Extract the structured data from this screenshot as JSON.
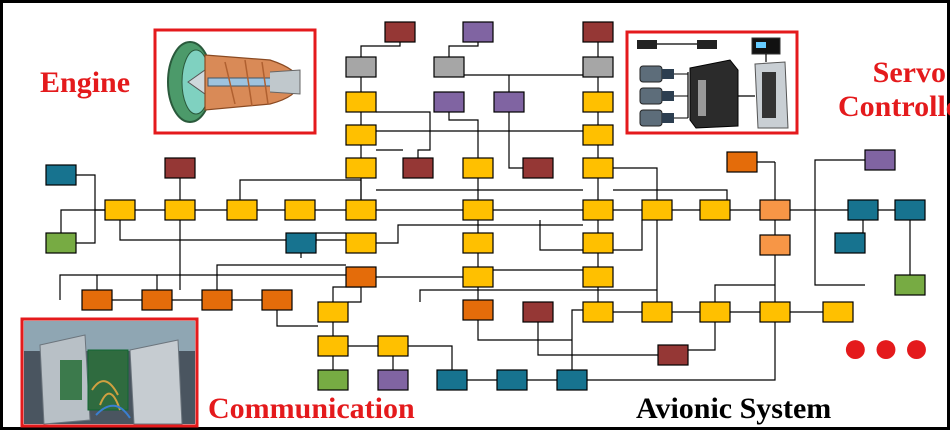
{
  "labels": {
    "engine": "Engine",
    "servo_controller": "Servo\nController",
    "communication": "Communication",
    "avionic_system": "Avionic System",
    "more": "●●●"
  },
  "colors": {
    "border": "#000000",
    "callout_frame": "#e41a1c",
    "label_red": "#e41a1c",
    "node_yellow": "#ffc000",
    "node_orange": "#e46c0a",
    "node_light_orange": "#f79646",
    "node_teal": "#17738f",
    "node_dark_red": "#953735",
    "node_purple": "#8064a2",
    "node_gray": "#a6a6a6",
    "node_green": "#77ab43"
  },
  "icons": {
    "engine_picture": "turbofan-engine-cutaway-icon",
    "servo_picture": "servo-motor-and-driver-icon",
    "communication_picture": "communication-hardware-photo-icon"
  }
}
